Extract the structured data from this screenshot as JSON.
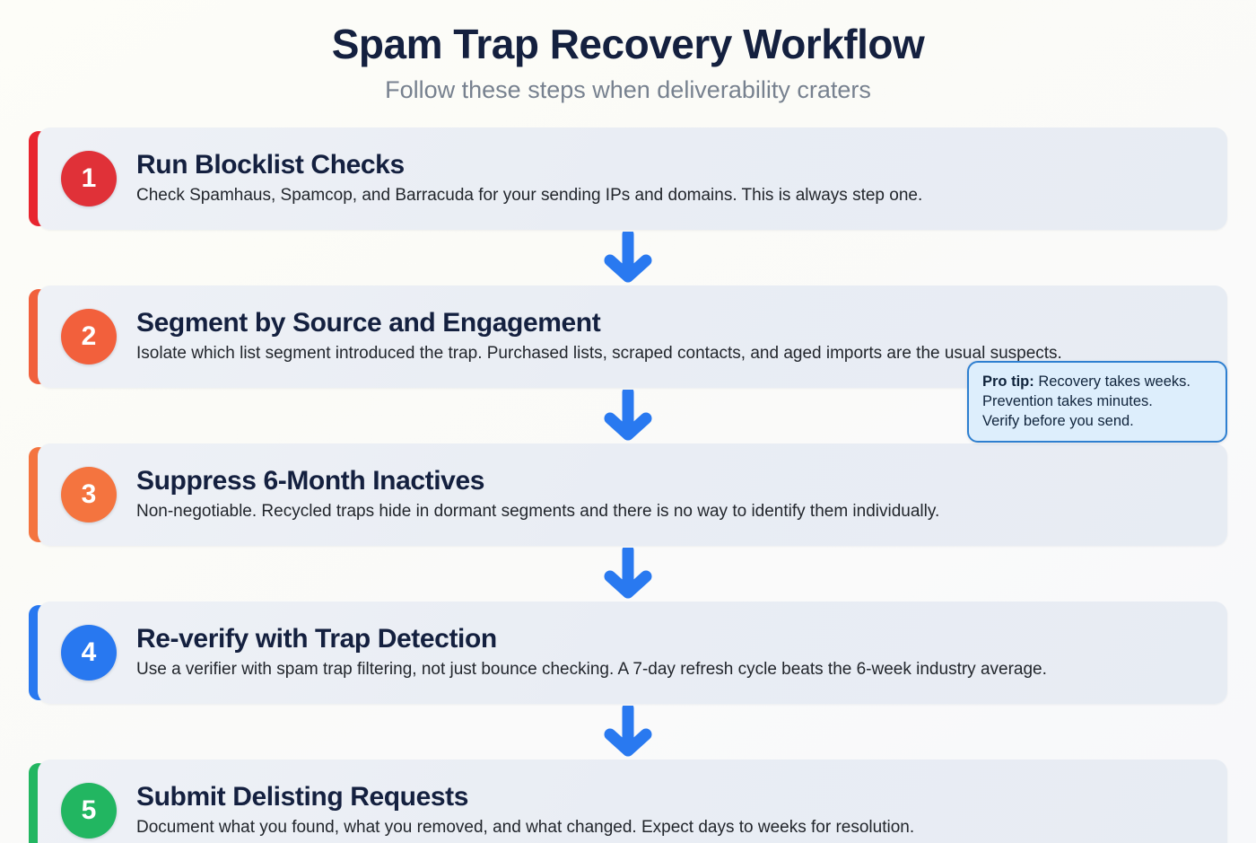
{
  "header": {
    "title": "Spam Trap Recovery Workflow",
    "subtitle": "Follow these steps when deliverability craters"
  },
  "colors": {
    "title": "#14203f",
    "subtitle": "#77818f",
    "card_bg": "#e9edf4",
    "arrow": "#2979f0",
    "page_bg": "#fdfdf8",
    "tip_bg": "#ddeefc",
    "tip_border": "#2e7fd0"
  },
  "steps": [
    {
      "number": "1",
      "title": "Run Blocklist Checks",
      "description": "Check Spamhaus, Spamcop, and Barracuda for your sending IPs and domains. This is always step one.",
      "accent": "#e8252f",
      "badge": "#e03138"
    },
    {
      "number": "2",
      "title": "Segment by Source and Engagement",
      "description": "Isolate which list segment introduced the trap. Purchased lists, scraped contacts, and aged imports are the usual suspects.",
      "accent": "#f1603c",
      "badge": "#f2603c"
    },
    {
      "number": "3",
      "title": "Suppress 6-Month Inactives",
      "description": "Non-negotiable. Recycled traps hide in dormant segments and there is no way to identify them individually.",
      "accent": "#f4743f",
      "badge": "#f4743f"
    },
    {
      "number": "4",
      "title": "Re-verify with Trap Detection",
      "description": "Use a verifier with spam trap filtering, not just bounce checking. A 7-day refresh cycle beats the 6-week industry average.",
      "accent": "#2878f0",
      "badge": "#2878f0"
    },
    {
      "number": "5",
      "title": "Submit Delisting Requests",
      "description": "Document what you found, what you removed, and what changed. Expect days to weeks for resolution.",
      "accent": "#22b661",
      "badge": "#22b661"
    }
  ],
  "arrow_icon": "arrow-down-icon",
  "pro_tip": {
    "label": "Pro tip:",
    "line1": " Recovery takes weeks.",
    "line2": "Prevention takes minutes.",
    "line3": "Verify before you send."
  }
}
